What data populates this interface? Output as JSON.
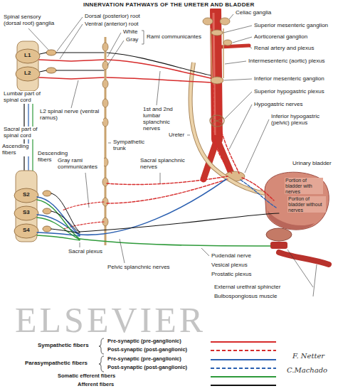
{
  "diagram": {
    "title": "INNERVATION PATHWAYS OF THE URETER AND BLADDER",
    "labels": [
      "Spinal sensory (dorsal root) ganglia",
      "Dorsal (posterior) root",
      "Ventral (anterior) root",
      "White",
      "Gray",
      "Rami communicantes",
      "L1",
      "L2",
      "Lumbar part of spinal cord",
      "L2 spinal nerve (ventral ramus)",
      "Sacral part of spinal cord",
      "Ascending fibers",
      "Descending fibers",
      "Gray rami communicantes",
      "S2",
      "S3",
      "S4",
      "Sympathetic trunk",
      "1st and 2nd lumbar splanchnic nerves",
      "Ureter",
      "Sacral splanchnic nerves",
      "Celiac ganglia",
      "Superior mesenteric ganglion",
      "Aorticorenal ganglion",
      "Renal artery and plexus",
      "Intermesenteric (aortic) plexus",
      "Inferior mesenteric ganglion",
      "Superior hypogastric plexus",
      "Hypogastric nerves",
      "Inferior hypogastric (pelvic) plexus",
      "Urinary bladder",
      "Portion of bladder with nerves",
      "Portion of bladder without nerves",
      "Sacral plexus",
      "Pelvic splanchnic nerves",
      "Pudendal nerve",
      "Vesical plexus",
      "Prostatic plexus",
      "External urethral sphincter",
      "Bulbospongiosus muscle",
      "ELSEVIER",
      "Sympathetic fibers",
      "Parasympathetic fibers",
      "F. Netter",
      "C.Machado"
    ],
    "legend": [
      {
        "text": "Pre-synaptic (pre-ganglionic)"
      },
      {
        "text": "Post-synaptic (post-ganglionic)"
      },
      {
        "text": "Pre-synaptic (pre-ganglionic)"
      },
      {
        "text": "Post-synaptic (post-ganglionic)"
      },
      {
        "text": "Somatic efferent fibers"
      },
      {
        "text": "Afferent fibers"
      }
    ]
  }
}
